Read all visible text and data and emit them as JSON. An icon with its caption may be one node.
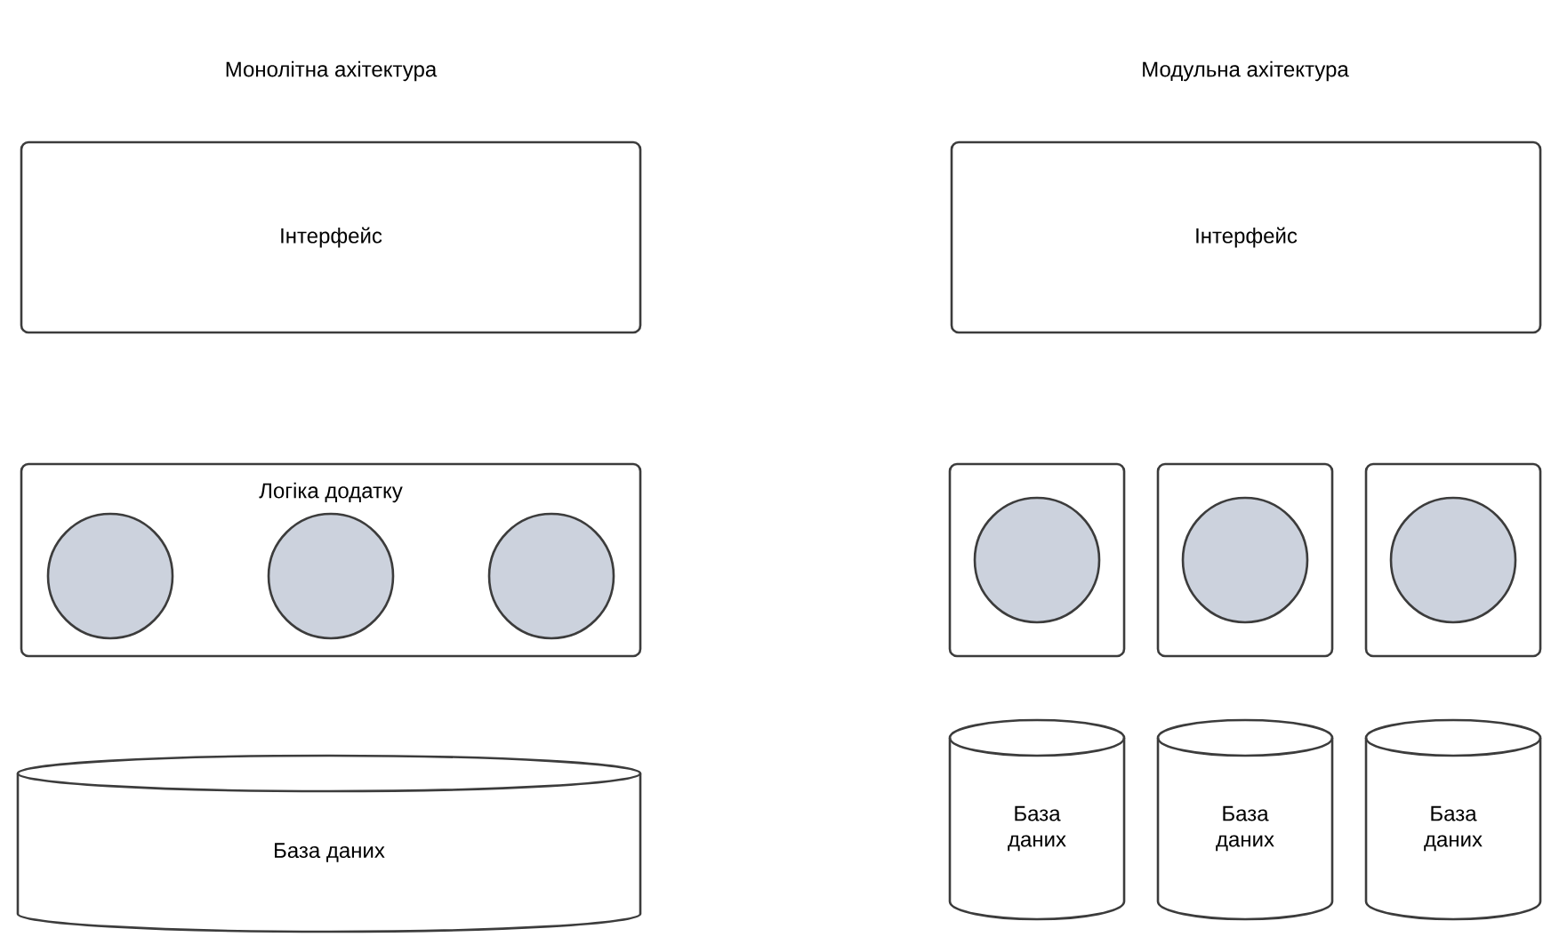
{
  "diagram": {
    "nodes": [
      {
        "text": [
          "Інтерфейс"
        ]
      },
      {
        "text": [
          "Логіка додатку"
        ]
      },
      {
        "text": [],
        "shape": "circle",
        "in": 1
      },
      {
        "text": [],
        "shape": "circle",
        "in": 1
      },
      {
        "text": [],
        "shape": "circle",
        "in": 1
      },
      {
        "text": [
          "База даних"
        ]
      },
      {
        "text": [
          "Інтерфейс"
        ]
      },
      {
        "text": [],
        "shape": "box"
      },
      {
        "text": [],
        "shape": "circle",
        "in": 7
      },
      {
        "text": [],
        "shape": "box"
      },
      {
        "text": [],
        "shape": "circle",
        "in": 9
      },
      {
        "text": [],
        "shape": "box"
      },
      {
        "text": [],
        "shape": "circle",
        "in": 11
      },
      {
        "text": [
          "База даних"
        ]
      },
      {
        "text": [
          "База даних"
        ]
      },
      {
        "text": [
          "База даних"
        ]
      }
    ],
    "labels": [
      "Монолітна ахітектура",
      "Модульна ахітектура"
    ]
  }
}
